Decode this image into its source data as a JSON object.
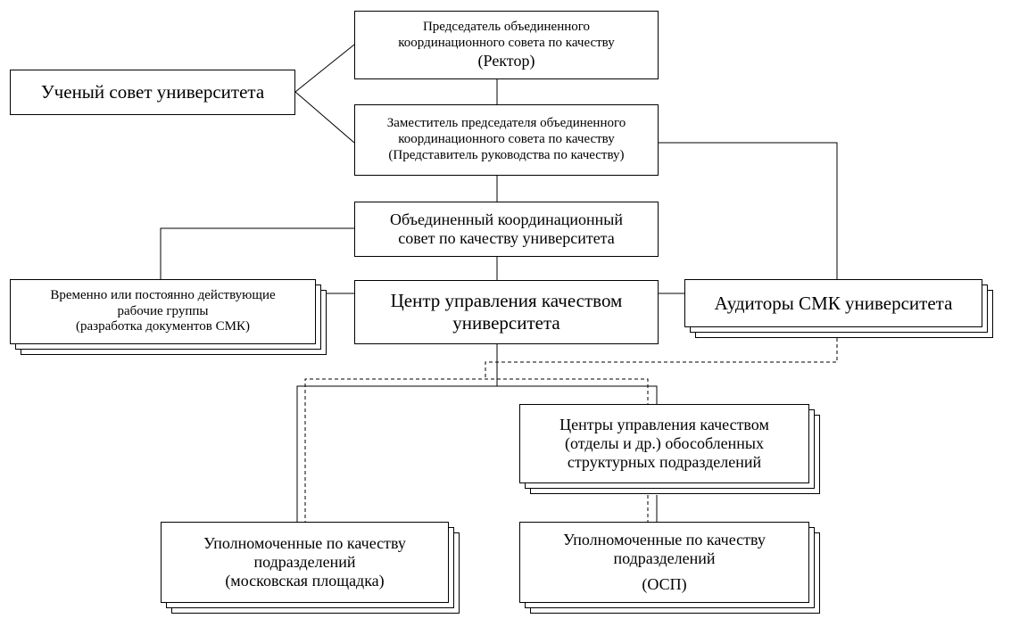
{
  "nodes": {
    "academic_council": {
      "lines": [
        "Ученый совет университета"
      ]
    },
    "chairman": {
      "lines": [
        "Председатель объединенного",
        "координационного совета по качеству",
        "(Ректор)"
      ]
    },
    "deputy": {
      "lines": [
        "Заместитель председателя объединенного",
        "координационного совета по качеству",
        "(Представитель руководства по качеству)"
      ]
    },
    "joint_council": {
      "lines": [
        "Объединенный координационный",
        "совет по качеству университета"
      ]
    },
    "working_groups": {
      "lines": [
        "Временно или постоянно действующие",
        "рабочие группы",
        "(разработка документов СМК)"
      ]
    },
    "qm_center": {
      "lines": [
        "Центр управления качеством",
        "университета"
      ]
    },
    "auditors": {
      "lines": [
        "Аудиторы СМК университета"
      ]
    },
    "branch_centers": {
      "lines": [
        "Центры управления качеством",
        "(отделы и др.) обособленных",
        "структурных подразделений"
      ]
    },
    "moscow_reps": {
      "lines": [
        "Уполномоченные по качеству",
        "подразделений",
        "(московская площадка)"
      ]
    },
    "osp_reps": {
      "lines": [
        "Уполномоченные по качеству",
        "подразделений",
        "(ОСП)"
      ]
    }
  }
}
